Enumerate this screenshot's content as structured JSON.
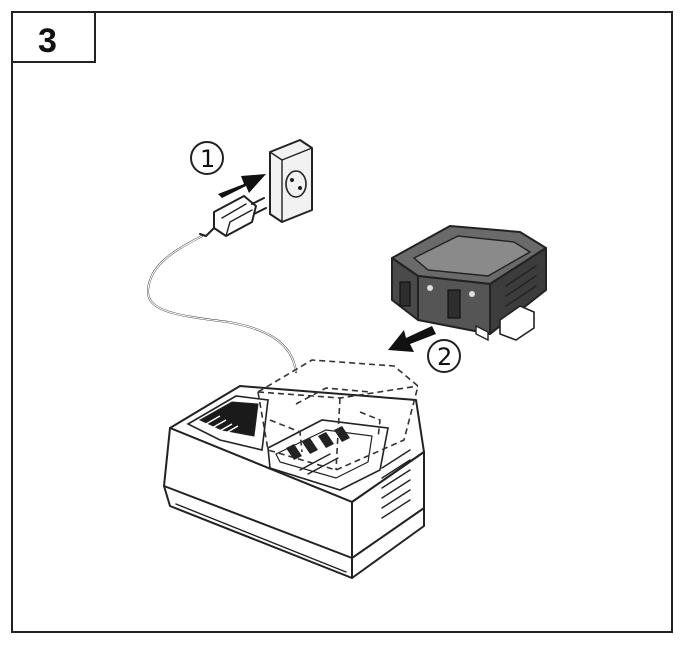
{
  "step": {
    "number": "3"
  },
  "callouts": [
    {
      "id": "plug-in",
      "label": "①"
    },
    {
      "id": "insert-battery",
      "label": "②"
    }
  ],
  "colors": {
    "line": "#222222",
    "battery_fill": "#5a5a5a",
    "battery_dark": "#3a3a3a",
    "outlet_fill": "#f2f2f2"
  }
}
